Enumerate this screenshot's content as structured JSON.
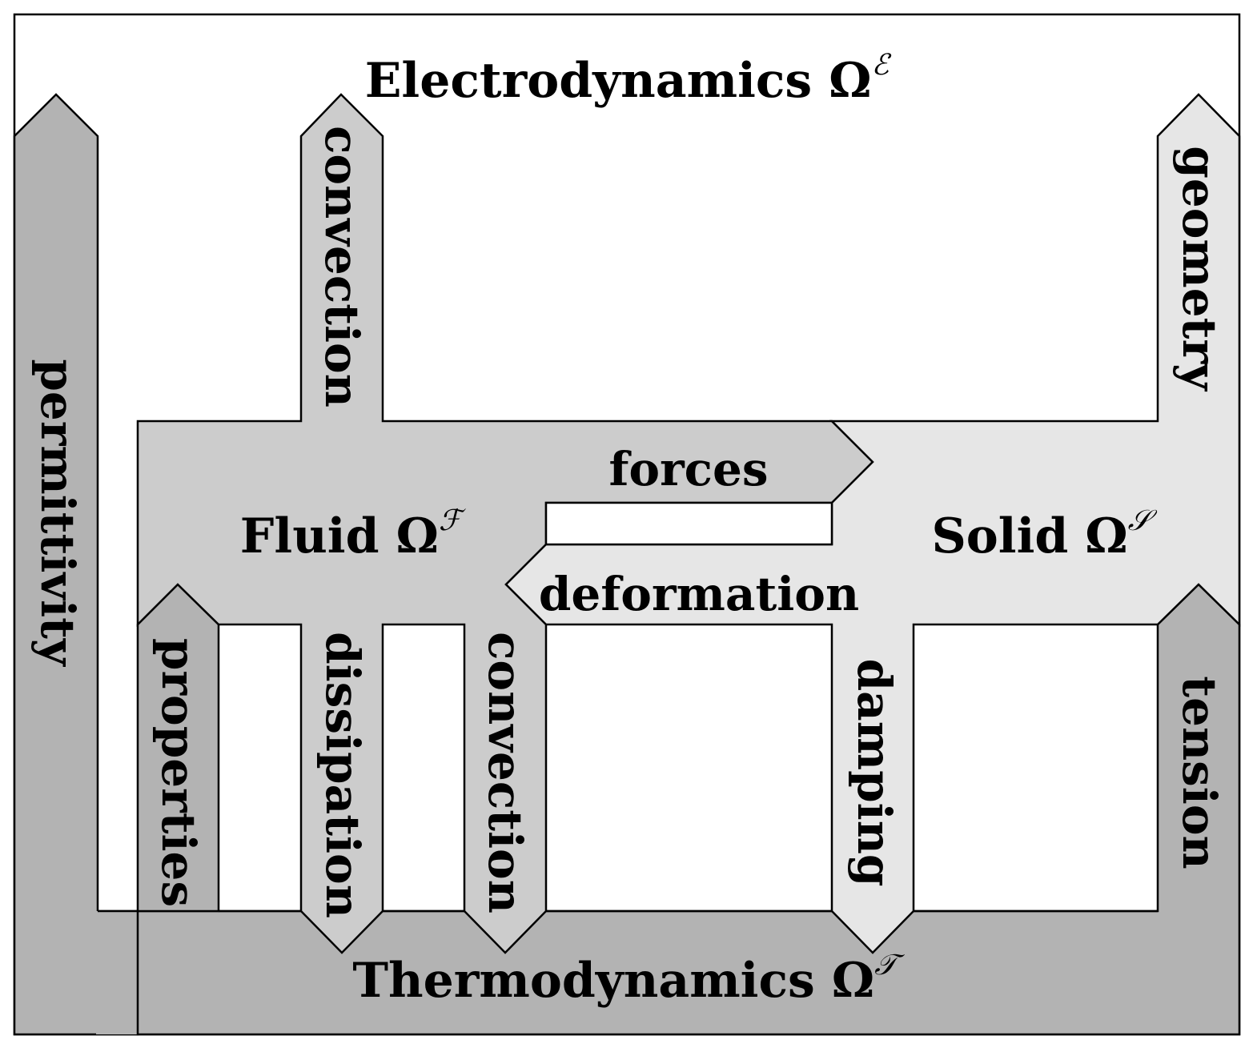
{
  "colors": {
    "background": "#ffffff",
    "electrodynamics": "#ffffff",
    "thermodynamics": "#b3b3b3",
    "fluid": "#cccccc",
    "solid": "#e6e6e6",
    "outline": "#000000"
  },
  "domains": {
    "electrodynamics": {
      "name": "Electrodynamics",
      "symbol": "Ω",
      "superscript": "ℰ"
    },
    "fluid": {
      "name": "Fluid",
      "symbol": "Ω",
      "superscript": "ℱ"
    },
    "solid": {
      "name": "Solid",
      "symbol": "Ω",
      "superscript": "𝒮"
    },
    "thermodynamics": {
      "name": "Thermodynamics",
      "symbol": "Ω",
      "superscript": "𝒯"
    }
  },
  "couplings": {
    "permittivity": "permittivity",
    "convection_fluid_to_electro": "convection",
    "geometry": "geometry",
    "forces": "forces",
    "deformation": "deformation",
    "properties": "properties",
    "dissipation": "dissipation",
    "convection_fluid_to_thermo": "convection",
    "damping": "damping",
    "tension": "tension"
  }
}
